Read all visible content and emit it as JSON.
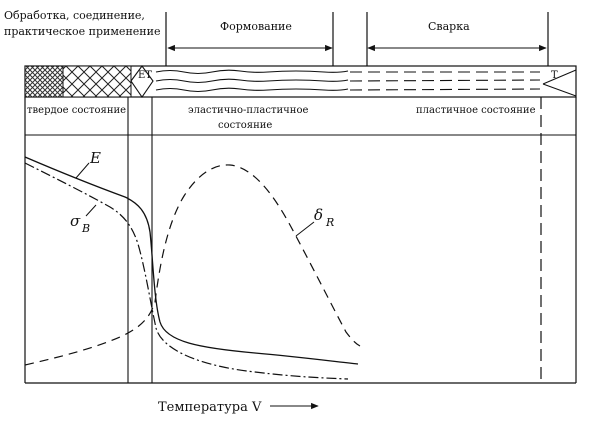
{
  "regions": {
    "processing": {
      "line1": "Обработка, соединение,",
      "line2": "практическое применение"
    },
    "forming": "Формование",
    "welding": "Сварка"
  },
  "markers": {
    "et": "ET",
    "t": "T"
  },
  "states": {
    "solid": "твердое состояние",
    "elastic_plastic_line1": "эластично-пластичное",
    "elastic_plastic_line2": "состояние",
    "plastic": "пластичное состояние"
  },
  "curves": {
    "modulus": "E",
    "strength_symbol": "σ",
    "strength_subscript": "B",
    "elongation_symbol": "δ",
    "elongation_subscript": "R"
  },
  "axis": {
    "label": "Температура",
    "symbol": "V"
  },
  "colors": {
    "ink": "#111111",
    "hatch_dark": "#555555",
    "background": "#ffffff"
  }
}
